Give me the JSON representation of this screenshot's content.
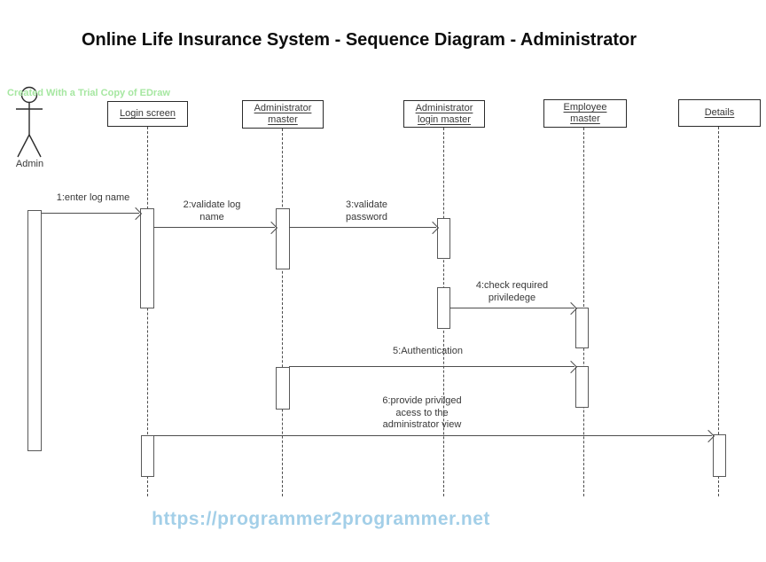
{
  "title": "Online Life Insurance System - Sequence Diagram - Administrator",
  "watermark": "Created With a Trial Copy of EDraw",
  "footer_url": "https://programmer2programmer.net",
  "colors": {
    "watermark": "#a6e7a1",
    "footer": "#a3cfe8",
    "line": "#4d4d4d",
    "text": "#383838"
  },
  "actor": {
    "label": "Admin"
  },
  "lifelines": [
    {
      "id": "login-screen",
      "label": "Login screen"
    },
    {
      "id": "administrator-master",
      "label": "Administrator\nmaster"
    },
    {
      "id": "administrator-login-master",
      "label": "Administrator\nlogin master"
    },
    {
      "id": "employee-master",
      "label": "Employee\nmaster"
    },
    {
      "id": "details",
      "label": "Details"
    }
  ],
  "messages": [
    {
      "num": 1,
      "label": "1:enter log name",
      "from": "Admin",
      "to": "Login screen"
    },
    {
      "num": 2,
      "label": "2:validate log\nname",
      "from": "Login screen",
      "to": "Administrator master"
    },
    {
      "num": 3,
      "label": "3:validate\npassword",
      "from": "Administrator master",
      "to": "Administrator login master"
    },
    {
      "num": 4,
      "label": "4:check required\npriviledege",
      "from": "Administrator login master",
      "to": "Employee master"
    },
    {
      "num": 5,
      "label": "5:Authentication",
      "from": "Administrator master",
      "to": "Employee master"
    },
    {
      "num": 6,
      "label": "6:provide privilged\nacess to the\nadministrator view",
      "from": "Login screen",
      "to": "Details"
    }
  ]
}
